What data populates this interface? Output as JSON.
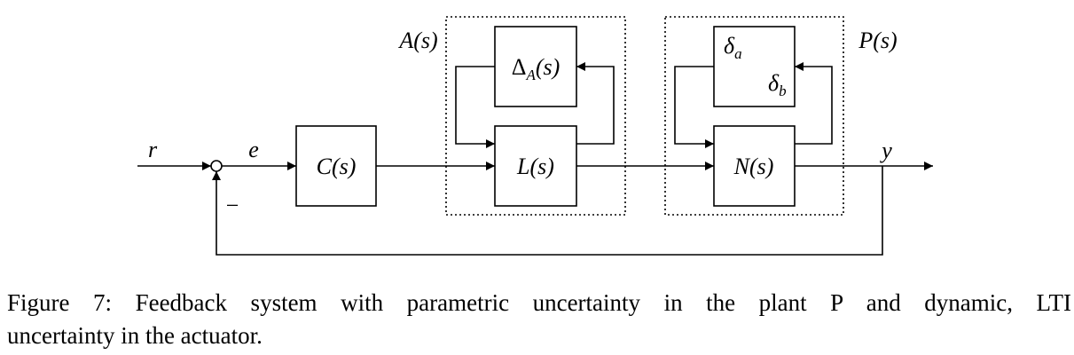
{
  "diagram": {
    "signals": {
      "r": "r",
      "e": "e",
      "y": "y",
      "minus": "−"
    },
    "blocks": {
      "controller": "C(s)",
      "actuator_core": "L(s)",
      "actuator_uncertainty": {
        "base": "Δ",
        "sub": "A",
        "arg": "(s)"
      },
      "plant_core": "N(s)",
      "delta_a": {
        "base": "δ",
        "sub": "a"
      },
      "delta_b": {
        "base": "δ",
        "sub": "b"
      }
    },
    "groups": {
      "actuator": "A(s)",
      "plant": "P(s)"
    }
  },
  "caption": {
    "line1": "Figure 7:  Feedback system with parametric uncertainty in the plant P and dynamic, LTI",
    "line2": "uncertainty in the actuator."
  }
}
